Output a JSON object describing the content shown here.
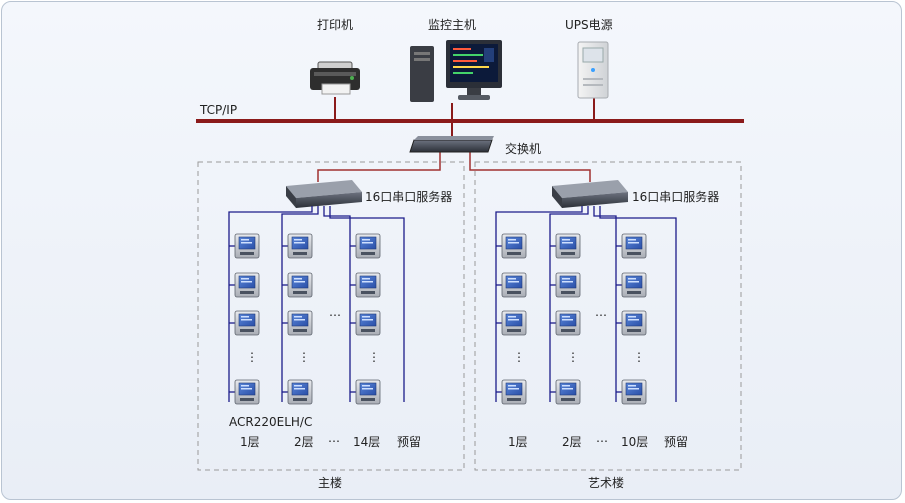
{
  "top_devices": {
    "printer": "打印机",
    "host": "监控主机",
    "ups": "UPS电源"
  },
  "network": {
    "bus": "TCP/IP",
    "switch": "交换机"
  },
  "buildings": [
    {
      "name": "主楼",
      "server": "16口串口服务器",
      "model": "ACR220ELH/C",
      "floors": [
        "1层",
        "2层",
        "…",
        "14层",
        "预留"
      ]
    },
    {
      "name": "艺术楼",
      "server": "16口串口服务器",
      "floors": [
        "1层",
        "2层",
        "…",
        "10层",
        "预留"
      ]
    }
  ],
  "ellipsis_h": "…",
  "ellipsis_v": "⋮",
  "colors": {
    "bus": "#8b1a1a",
    "bus_link": "#a03030",
    "rs485": "#1c1c8a",
    "group_border": "#9a9a9a"
  }
}
